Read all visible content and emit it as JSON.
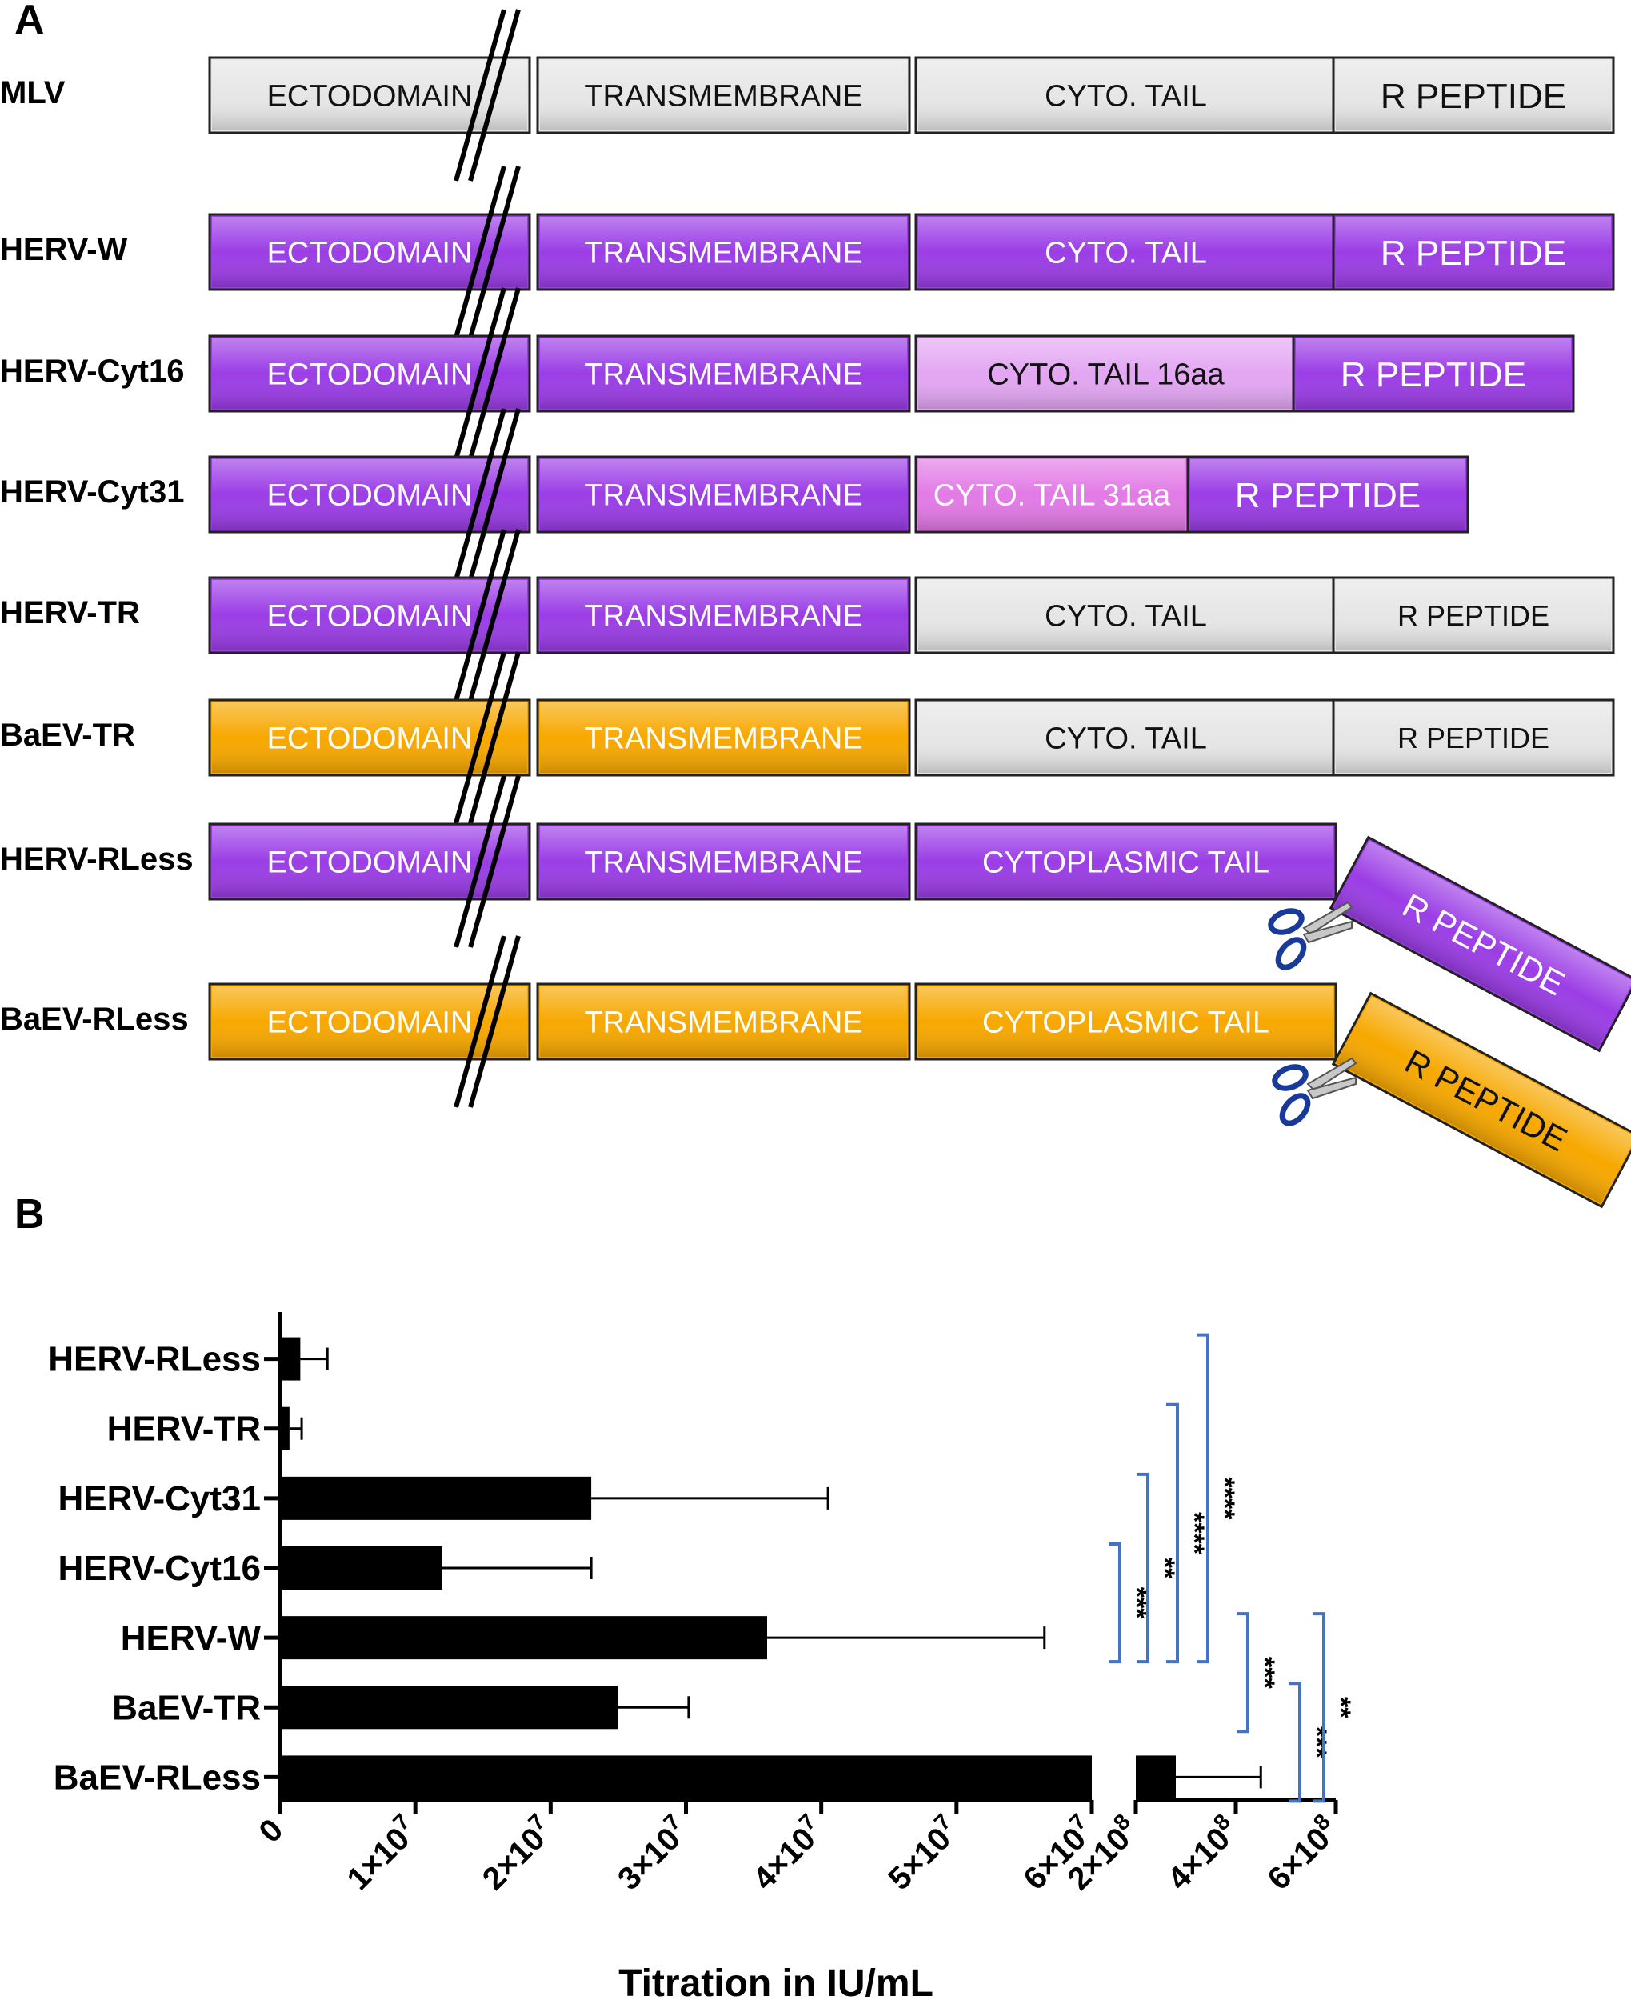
{
  "panel_a": {
    "panel_label": "A",
    "colors": {
      "gray": "#e6e6e6",
      "purple": "#9b3de6",
      "light_purple": "#e3a6f3",
      "pink_purple": "#e27ae6",
      "orange": "#f7a800"
    },
    "rows": [
      {
        "label": "MLV",
        "segments": [
          {
            "text": "ECTODOMAIN",
            "color": "gray"
          },
          {
            "text": "TRANSMEMBRANE",
            "color": "gray"
          },
          {
            "text": "CYTO.  TAIL",
            "color": "gray"
          },
          {
            "text": "R PEPTIDE",
            "color": "gray"
          }
        ]
      },
      {
        "label": "HERV-W",
        "segments": [
          {
            "text": "ECTODOMAIN",
            "color": "purple"
          },
          {
            "text": "TRANSMEMBRANE",
            "color": "purple"
          },
          {
            "text": "CYTO.  TAIL",
            "color": "purple"
          },
          {
            "text": "R PEPTIDE",
            "color": "purple"
          }
        ]
      },
      {
        "label": "HERV-Cyt16",
        "segments": [
          {
            "text": "ECTODOMAIN",
            "color": "purple"
          },
          {
            "text": "TRANSMEMBRANE",
            "color": "purple"
          },
          {
            "text": "CYTO. TAIL 16aa",
            "color": "light_purple"
          },
          {
            "text": "R PEPTIDE",
            "color": "purple"
          }
        ]
      },
      {
        "label": "HERV-Cyt31",
        "segments": [
          {
            "text": "ECTODOMAIN",
            "color": "purple"
          },
          {
            "text": "TRANSMEMBRANE",
            "color": "purple"
          },
          {
            "text": "CYTO. TAIL 31aa",
            "color": "pink_purple"
          },
          {
            "text": "R PEPTIDE",
            "color": "purple"
          }
        ]
      },
      {
        "label": "HERV-TR",
        "segments": [
          {
            "text": "ECTODOMAIN",
            "color": "purple"
          },
          {
            "text": "TRANSMEMBRANE",
            "color": "purple"
          },
          {
            "text": "CYTO.  TAIL",
            "color": "gray"
          },
          {
            "text": "R PEPTIDE",
            "color": "gray"
          }
        ]
      },
      {
        "label": "BaEV-TR",
        "segments": [
          {
            "text": "ECTODOMAIN",
            "color": "orange"
          },
          {
            "text": "TRANSMEMBRANE",
            "color": "orange"
          },
          {
            "text": "CYTO.  TAIL",
            "color": "gray"
          },
          {
            "text": "R PEPTIDE",
            "color": "gray"
          }
        ]
      },
      {
        "label": "HERV-RLess",
        "segments": [
          {
            "text": "ECTODOMAIN",
            "color": "purple"
          },
          {
            "text": "TRANSMEMBRANE",
            "color": "purple"
          },
          {
            "text": "CYTOPLASMIC TAIL",
            "color": "purple"
          }
        ],
        "cleaved": {
          "text": "R PEPTIDE",
          "color": "purple"
        }
      },
      {
        "label": "BaEV-RLess",
        "segments": [
          {
            "text": "ECTODOMAIN",
            "color": "orange"
          },
          {
            "text": "TRANSMEMBRANE",
            "color": "orange"
          },
          {
            "text": "CYTOPLASMIC TAIL",
            "color": "orange"
          }
        ],
        "cleaved": {
          "text": "R PEPTIDE",
          "color": "orange"
        }
      }
    ],
    "icons": [
      "scissors-icon"
    ]
  },
  "panel_b": {
    "panel_label": "B"
  },
  "chart_data": {
    "type": "bar",
    "orientation": "horizontal",
    "categories": [
      "HERV-RLess",
      "HERV-TR",
      "HERV-Cyt31",
      "HERV-Cyt16",
      "HERV-W",
      "BaEV-TR",
      "BaEV-RLess"
    ],
    "values": [
      1500000,
      700000,
      23000000,
      12000000,
      36000000,
      25000000,
      280000000
    ],
    "errors": [
      2000000,
      900000,
      17500000,
      11000000,
      20500000,
      5200000,
      170000000
    ],
    "xlabel": "Titration in IU/mL",
    "x_axis_break": {
      "segment1_range": [
        0,
        60000000
      ],
      "segment2_range": [
        200000000,
        600000000
      ]
    },
    "xticks_segment1": [
      {
        "base": "0",
        "exp": ""
      },
      {
        "base": "1×10",
        "exp": "7"
      },
      {
        "base": "2×10",
        "exp": "7"
      },
      {
        "base": "3×10",
        "exp": "7"
      },
      {
        "base": "4×10",
        "exp": "7"
      },
      {
        "base": "5×10",
        "exp": "7"
      },
      {
        "base": "6×10",
        "exp": "7"
      }
    ],
    "xticks_segment1_values": [
      0,
      10000000,
      20000000,
      30000000,
      40000000,
      50000000,
      60000000
    ],
    "xticks_segment2": [
      {
        "base": "2×10",
        "exp": "8"
      },
      {
        "base": "4×10",
        "exp": "8"
      },
      {
        "base": "6×10",
        "exp": "8"
      }
    ],
    "xticks_segment2_values": [
      200000000,
      400000000,
      600000000
    ],
    "significance": [
      {
        "from": "HERV-Cyt16",
        "to": "HERV-W",
        "label": "***"
      },
      {
        "from": "HERV-Cyt31",
        "to": "HERV-W",
        "label": "**"
      },
      {
        "from": "HERV-TR",
        "to": "HERV-W",
        "label": "****"
      },
      {
        "from": "HERV-RLess",
        "to": "HERV-W",
        "label": "****"
      },
      {
        "from": "HERV-W",
        "to": "BaEV-TR",
        "label": "***"
      },
      {
        "from": "BaEV-TR",
        "to": "BaEV-RLess",
        "label": "***"
      },
      {
        "from": "HERV-W",
        "to": "BaEV-RLess",
        "label": "**"
      }
    ],
    "significance_color": "#4472c4",
    "bar_color": "#000000"
  }
}
